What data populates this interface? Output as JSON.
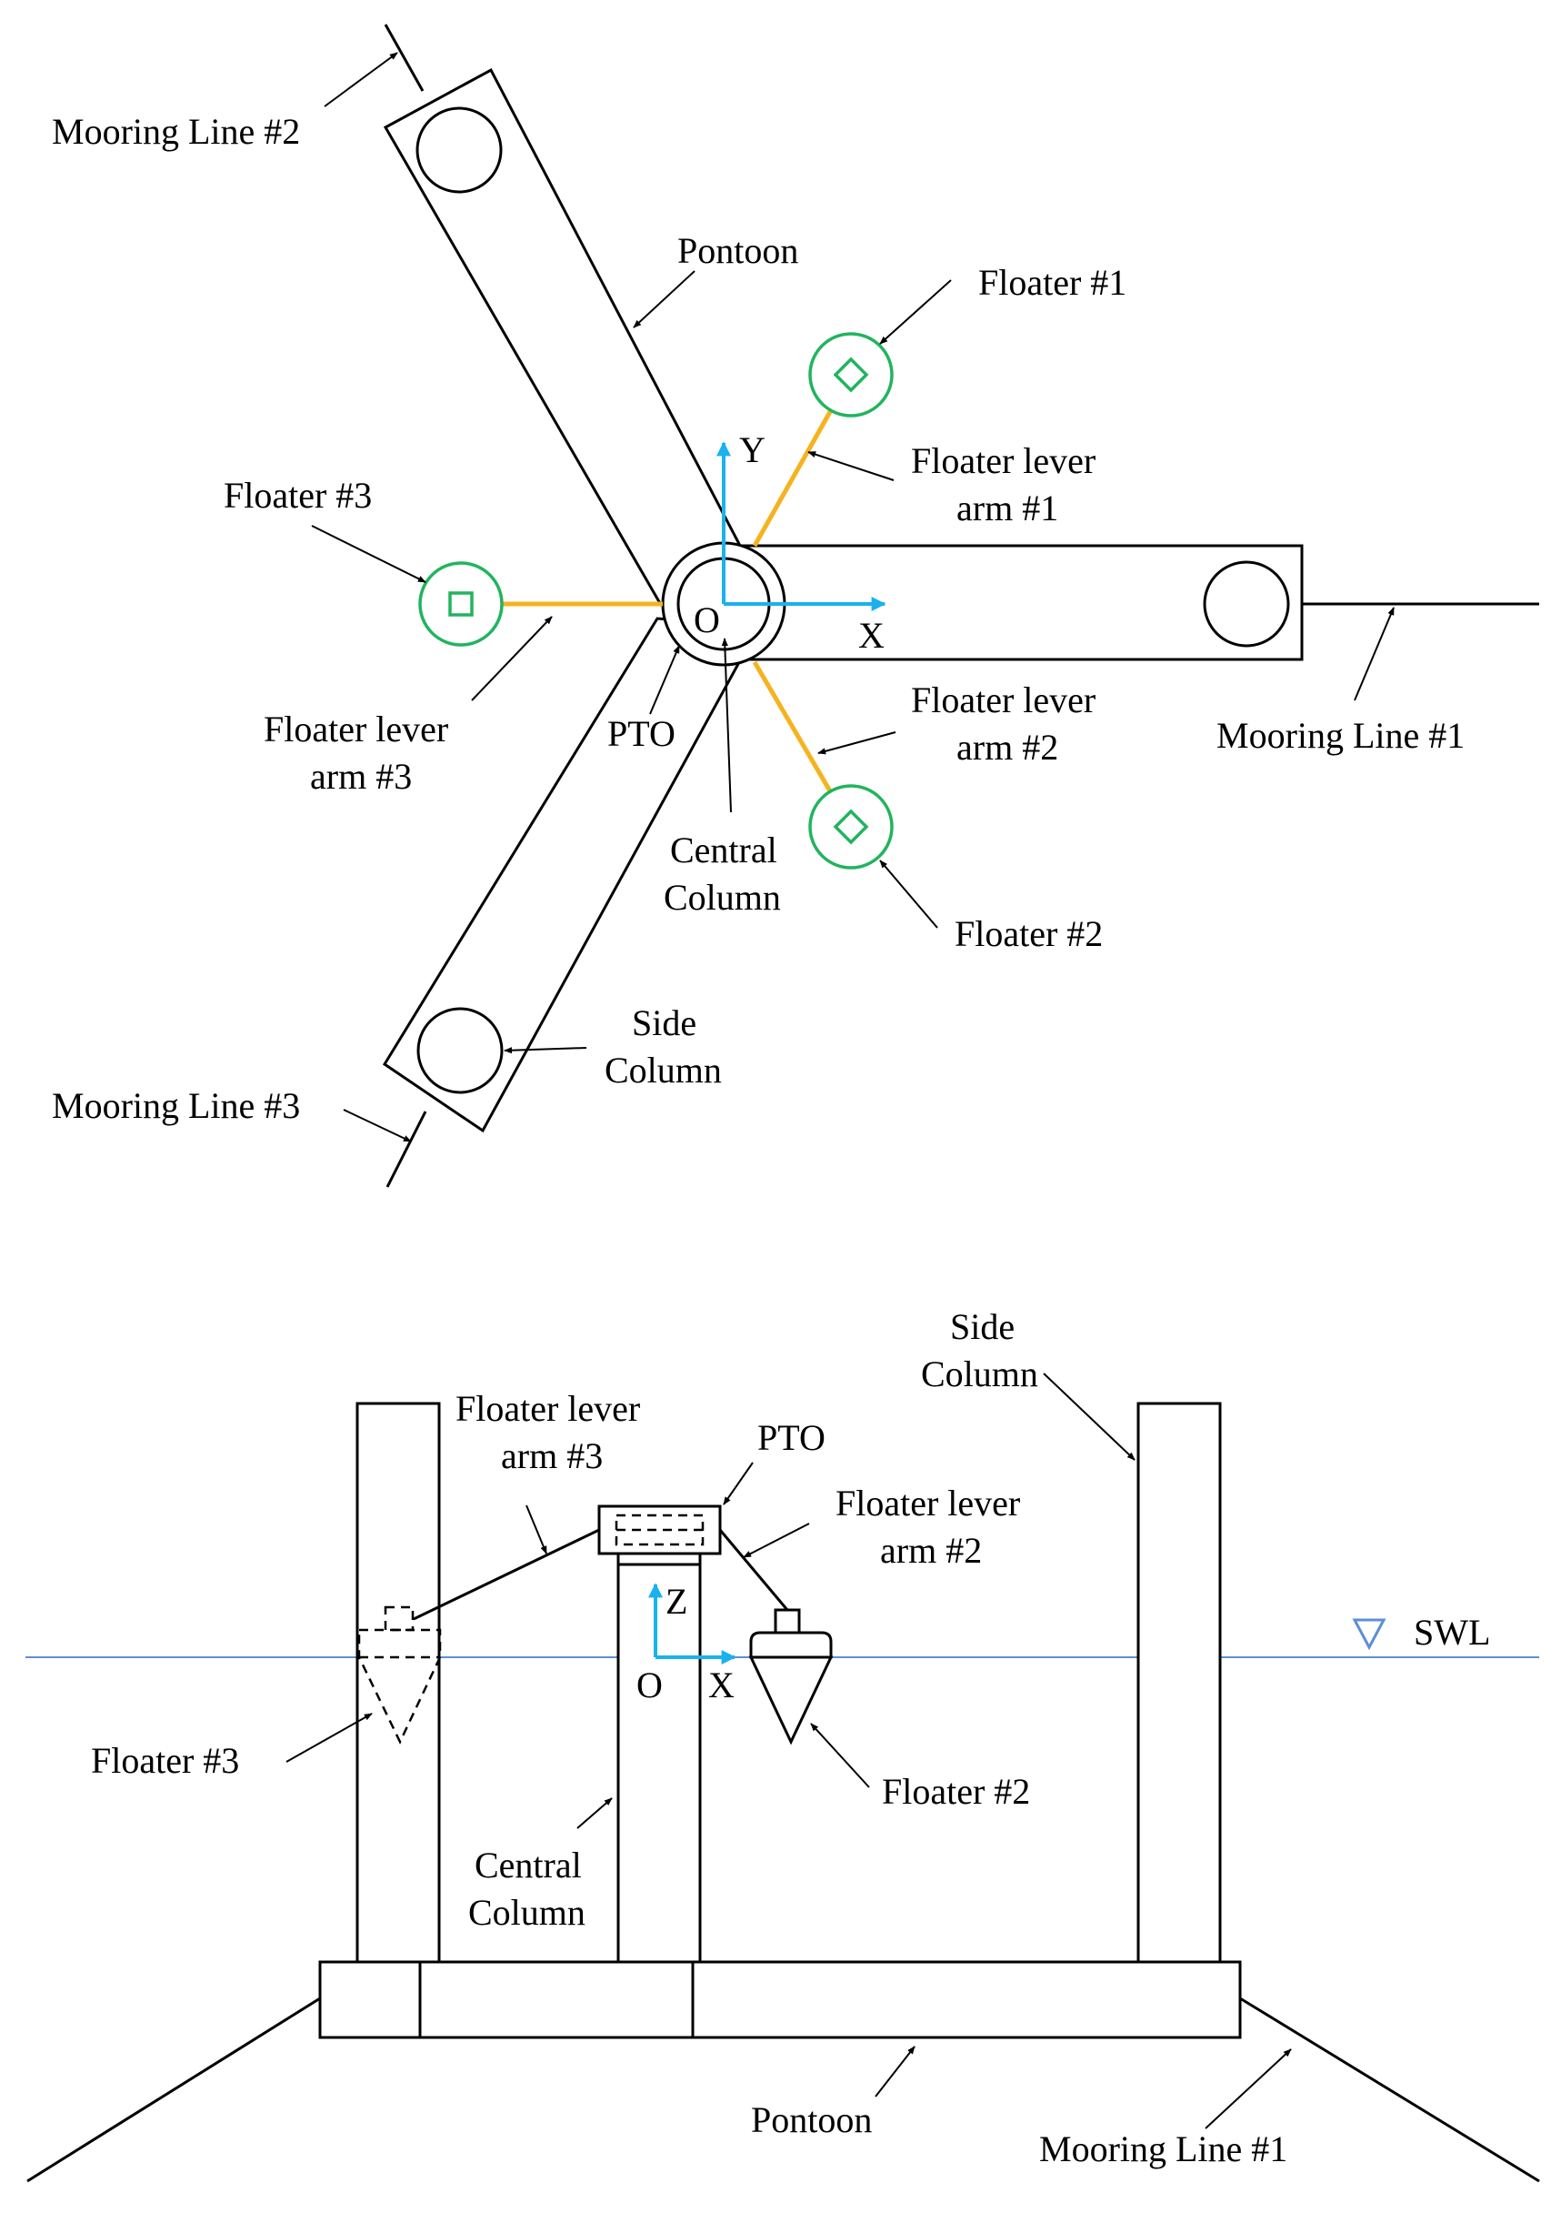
{
  "top_view": {
    "labels": {
      "mooring2": "Mooring Line #2",
      "pontoon": "Pontoon",
      "floater1": "Floater #1",
      "lever1_a": "Floater lever",
      "lever1_b": "arm #1",
      "floater3": "Floater #3",
      "lever3_a": "Floater lever",
      "lever3_b": "arm #3",
      "pto": "PTO",
      "lever2_a": "Floater lever",
      "lever2_b": "arm #2",
      "mooring1": "Mooring Line #1",
      "central_a": "Central",
      "central_b": "Column",
      "floater2": "Floater #2",
      "side_a": "Side",
      "side_b": "Column",
      "mooring3": "Mooring Line #3",
      "axis_y": "Y",
      "axis_x": "X",
      "origin": "O"
    }
  },
  "side_view": {
    "labels": {
      "side_a": "Side",
      "side_b": "Column",
      "lever3_a": "Floater lever",
      "lever3_b": "arm #3",
      "pto": "PTO",
      "lever2_a": "Floater lever",
      "lever2_b": "arm #2",
      "swl": "SWL",
      "axis_z": "Z",
      "origin": "O",
      "axis_x": "X",
      "floater3": "Floater #3",
      "floater2": "Floater #2",
      "central_a": "Central",
      "central_b": "Column",
      "pontoon": "Pontoon",
      "mooring1": "Mooring Line #1"
    }
  },
  "colors": {
    "lever": "#f5b31f",
    "floater": "#21b45e",
    "axis": "#19b2ee",
    "swl": "#5b8fd6"
  }
}
